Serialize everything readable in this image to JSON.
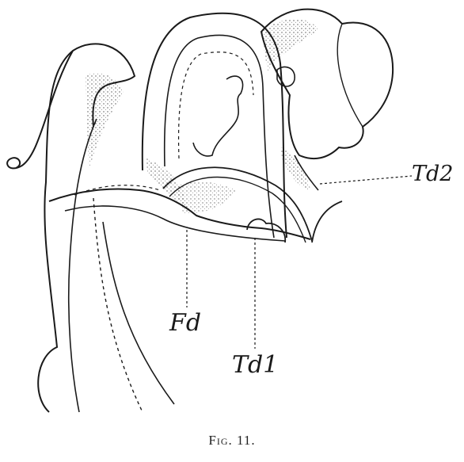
{
  "figure": {
    "labels": {
      "td2": "Td2",
      "fd": "Fd",
      "td1": "Td1"
    },
    "caption": "Fig. 11."
  },
  "colors": {
    "ink": "#1a1a1a",
    "background": "#ffffff"
  }
}
